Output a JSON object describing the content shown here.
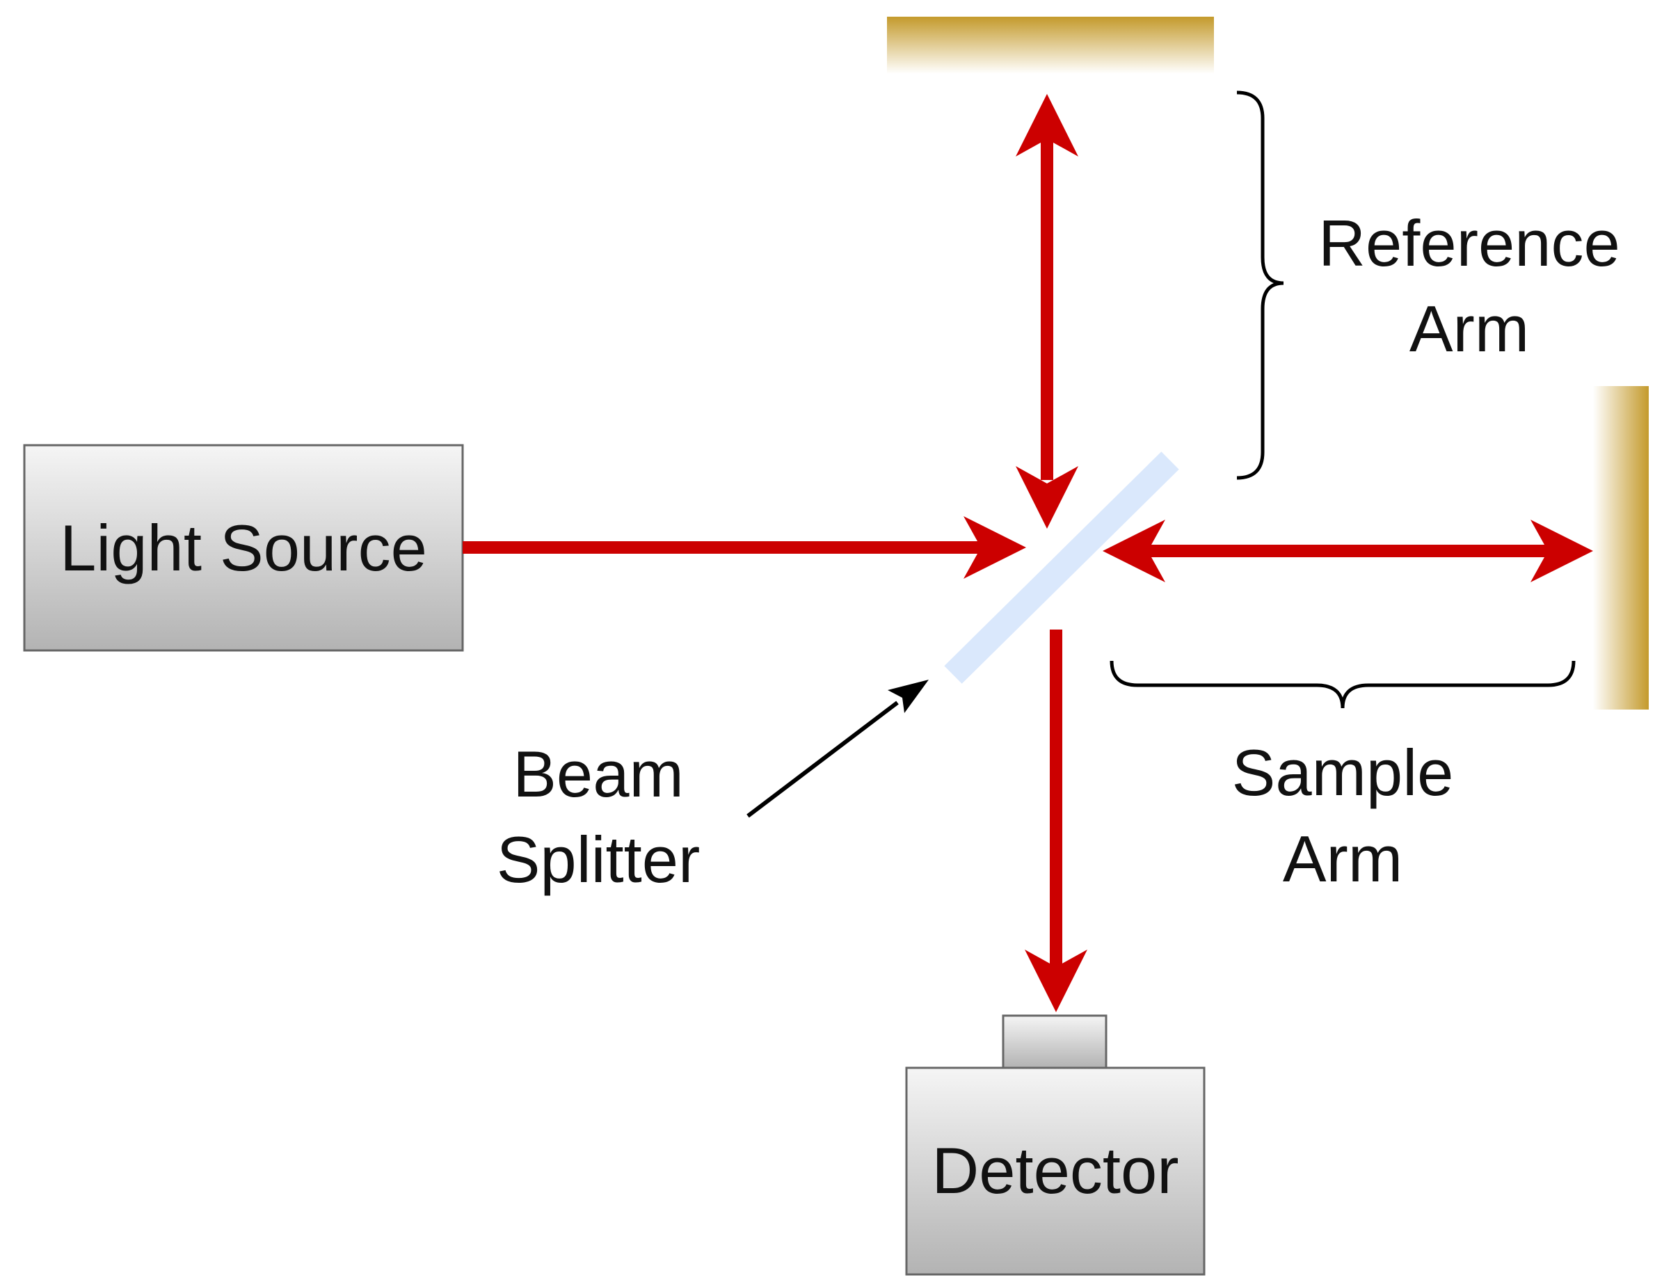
{
  "labels": {
    "light_source": "Light Source",
    "detector": "Detector",
    "beam_splitter_line1": "Beam",
    "beam_splitter_line2": "Splitter",
    "reference_arm_line1": "Reference",
    "reference_arm_line2": "Arm",
    "sample_arm_line1": "Sample",
    "sample_arm_line2": "Arm"
  },
  "colors": {
    "beam": "#cc0000",
    "mirror_dark": "#c49a2c",
    "mirror_light": "#ffffff",
    "splitter": "#dae8fc",
    "box_top": "#f5f5f5",
    "box_bottom": "#b3b3b3",
    "box_border": "#666666",
    "annotation": "#000000"
  }
}
